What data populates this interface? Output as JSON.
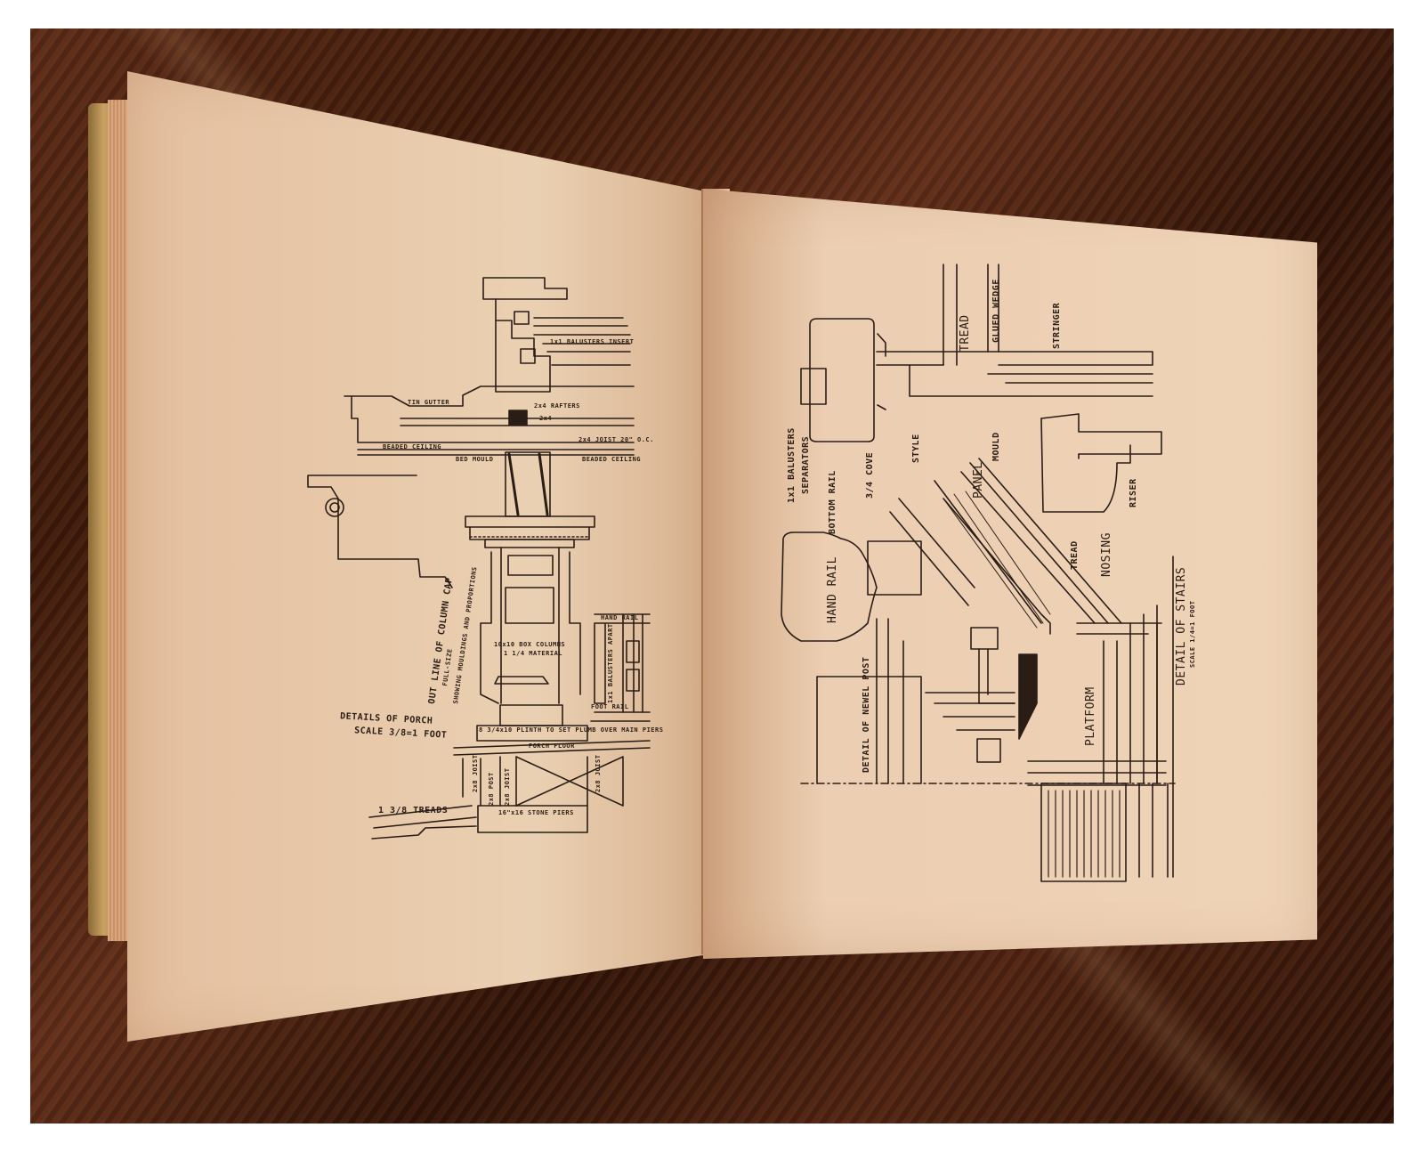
{
  "left_page": {
    "labels": {
      "tin_gutter": "TIN GUTTER",
      "rafters": "2x4 RAFTERS",
      "two_by_four": "2x4",
      "balusters_inset": "1x1 BALUSTERS INSERT",
      "beaded_ceiling_upper": "BEADED CEILING",
      "joist_upper": "2x4 JOIST 20\" O.C.",
      "bed_mould": "BED MOULD",
      "beaded_ceiling_lower": "BEADED CEILING",
      "column_cap_outline": "OUT LINE OF COLUMN CAP",
      "full_size": "FULL-SIZE",
      "mouldings": "SHOWING MOULDINGS AND PROPORTIONS",
      "box_columns": "10x10 BOX COLUMNS",
      "material": "1 1/4 MATERIAL",
      "hand_rail": "HAND RAIL",
      "balusters_apart": "1x1 BALUSTERS APART",
      "foot_rail": "FOOT RAIL",
      "details_of_porch": "DETAILS OF PORCH",
      "scale": "SCALE 3/8=1 FOOT",
      "plinth": "8 3/4x10 PLINTH TO SET PLUMB OVER MAIN PIERS",
      "porch_floor": "PORCH FLOOR",
      "joist_a": "2x8 JOIST",
      "joist_b": "2x8 JOIST",
      "joist_c": "2x8 JOIST",
      "post": "2x8 POST",
      "treads": "1 3/8 TREADS",
      "stone_piers": "16\"x16 STONE PIERS"
    }
  },
  "right_page": {
    "labels": {
      "tread_top": "TREAD",
      "glued_wedge": "GLUED WEDGE",
      "stringer": "STRINGER",
      "balusters": "1x1 BALUSTERS",
      "separators": "SEPARATORS",
      "bottom_rail": "BOTTOM RAIL",
      "cove": "3/4 COVE",
      "style": "STYLE",
      "panel": "PANEL",
      "mould": "MOULD",
      "riser": "RISER",
      "nosing": "NOSING",
      "tread_lower": "TREAD",
      "hand_rail": "HAND RAIL",
      "detail_newel": "DETAIL OF NEWEL POST",
      "platform": "PLATFORM",
      "detail_stairs": "DETAIL OF STAIRS",
      "stairs_scale": "SCALE 1/4=1 FOOT"
    }
  },
  "colors": {
    "ink": "#2a1d16",
    "paper": "#ecceb2",
    "wood": "#4a1f0e"
  }
}
